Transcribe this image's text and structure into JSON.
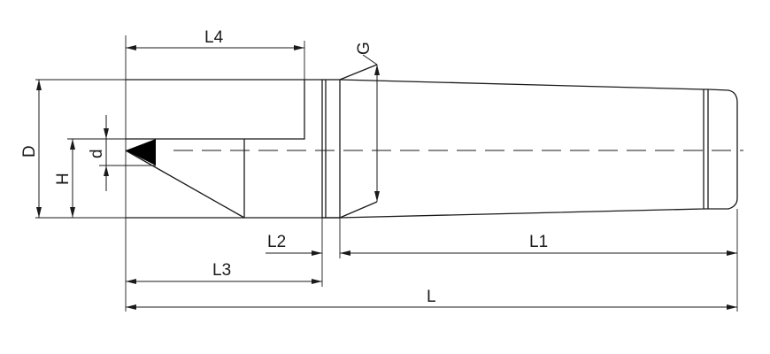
{
  "diagram": {
    "labels": {
      "L4": "L4",
      "G": "G",
      "D": "D",
      "H": "H",
      "d": "d",
      "L2": "L2",
      "L1": "L1",
      "L3": "L3",
      "L": "L"
    }
  }
}
